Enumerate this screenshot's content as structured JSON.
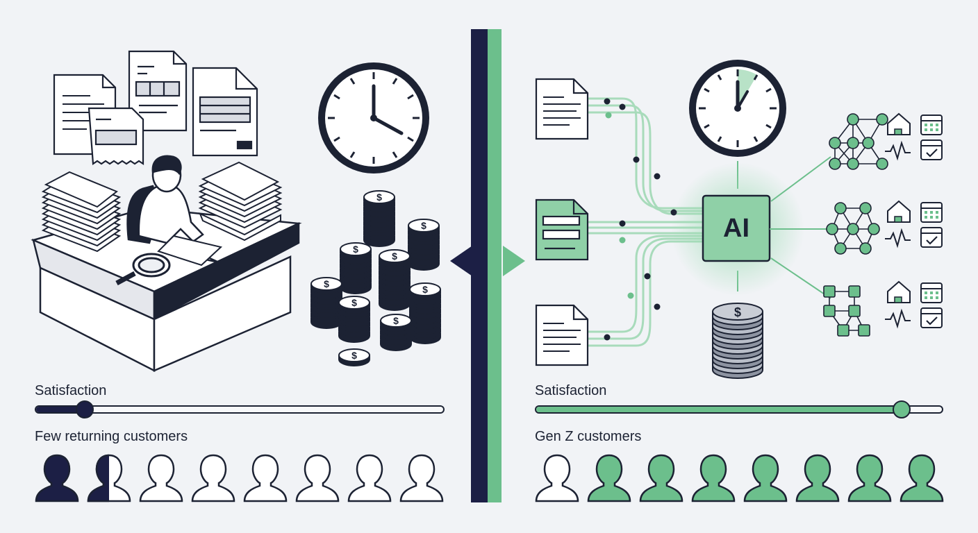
{
  "colors": {
    "navy": "#1c1f45",
    "green": "#6cbf8c",
    "green_light": "#a8dbbb",
    "ink": "#1c2233",
    "background": "#f1f3f6"
  },
  "left": {
    "satisfaction_label": "Satisfaction",
    "satisfaction_level": 0.12,
    "customers_label": "Few returning customers",
    "customers": [
      "filled",
      "half",
      "outline",
      "outline",
      "outline",
      "outline",
      "outline",
      "outline"
    ]
  },
  "right": {
    "ai_label": "AI",
    "satisfaction_label": "Satisfaction",
    "satisfaction_level": 0.9,
    "customers_label": "Gen Z customers",
    "customers": [
      "outline",
      "green",
      "green",
      "green",
      "green",
      "green",
      "green",
      "green"
    ]
  },
  "icons": {
    "left_scene": [
      "document-icon",
      "person-at-desk-icon",
      "paper-stack-icon",
      "magnifier-icon",
      "clock-icon",
      "coin-stack-icon"
    ],
    "right_scene": [
      "document-icon",
      "clock-icon",
      "ai-chip-icon",
      "coin-stack-icon",
      "network-icon",
      "home-icon",
      "calendar-icon",
      "pulse-icon",
      "calendar-check-icon"
    ]
  }
}
